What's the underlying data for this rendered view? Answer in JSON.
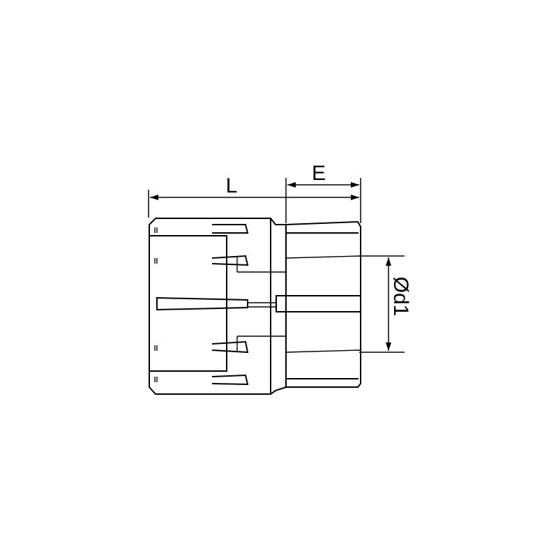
{
  "dimensions": {
    "length_label": "L",
    "end_label": "E",
    "diameter_label": "Ød1"
  }
}
